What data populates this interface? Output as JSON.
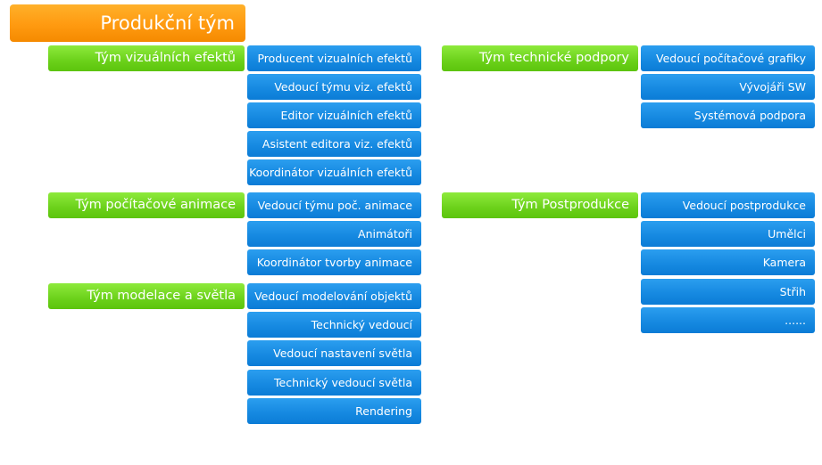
{
  "title": "Produkční tým",
  "teams": {
    "vfx": {
      "name": "Tým vizuálních efektů",
      "roles": [
        "Producent vizualních efektů",
        "Vedoucí týmu viz. efektů",
        "Editor vizuálních efektů",
        "Asistent editora viz. efektů",
        "Koordinátor vizuálních efektů"
      ]
    },
    "animation": {
      "name": "Tým počítačové animace",
      "roles": [
        "Vedoucí týmu poč. animace",
        "Animátoři",
        "Koordinátor tvorby animace"
      ]
    },
    "modeling": {
      "name": "Tým modelace a světla",
      "roles": [
        "Vedoucí modelování objektů",
        "Technický vedoucí",
        "Vedoucí nastavení světla",
        "Technický vedoucí světla",
        "Rendering"
      ]
    },
    "tech": {
      "name": "Tým technické podpory",
      "roles": [
        "Vedoucí počítačové grafiky",
        "Vývojáři SW",
        "Systémová podpora"
      ]
    },
    "post": {
      "name": "Tým Postprodukce",
      "roles": [
        "Vedoucí postprodukce",
        "Umělci",
        "Kamera",
        "Střih",
        "......"
      ]
    }
  },
  "colors": {
    "title": "#ff9a10",
    "team": "#6bd11a",
    "role": "#1588e0",
    "text": "#ffffff"
  }
}
